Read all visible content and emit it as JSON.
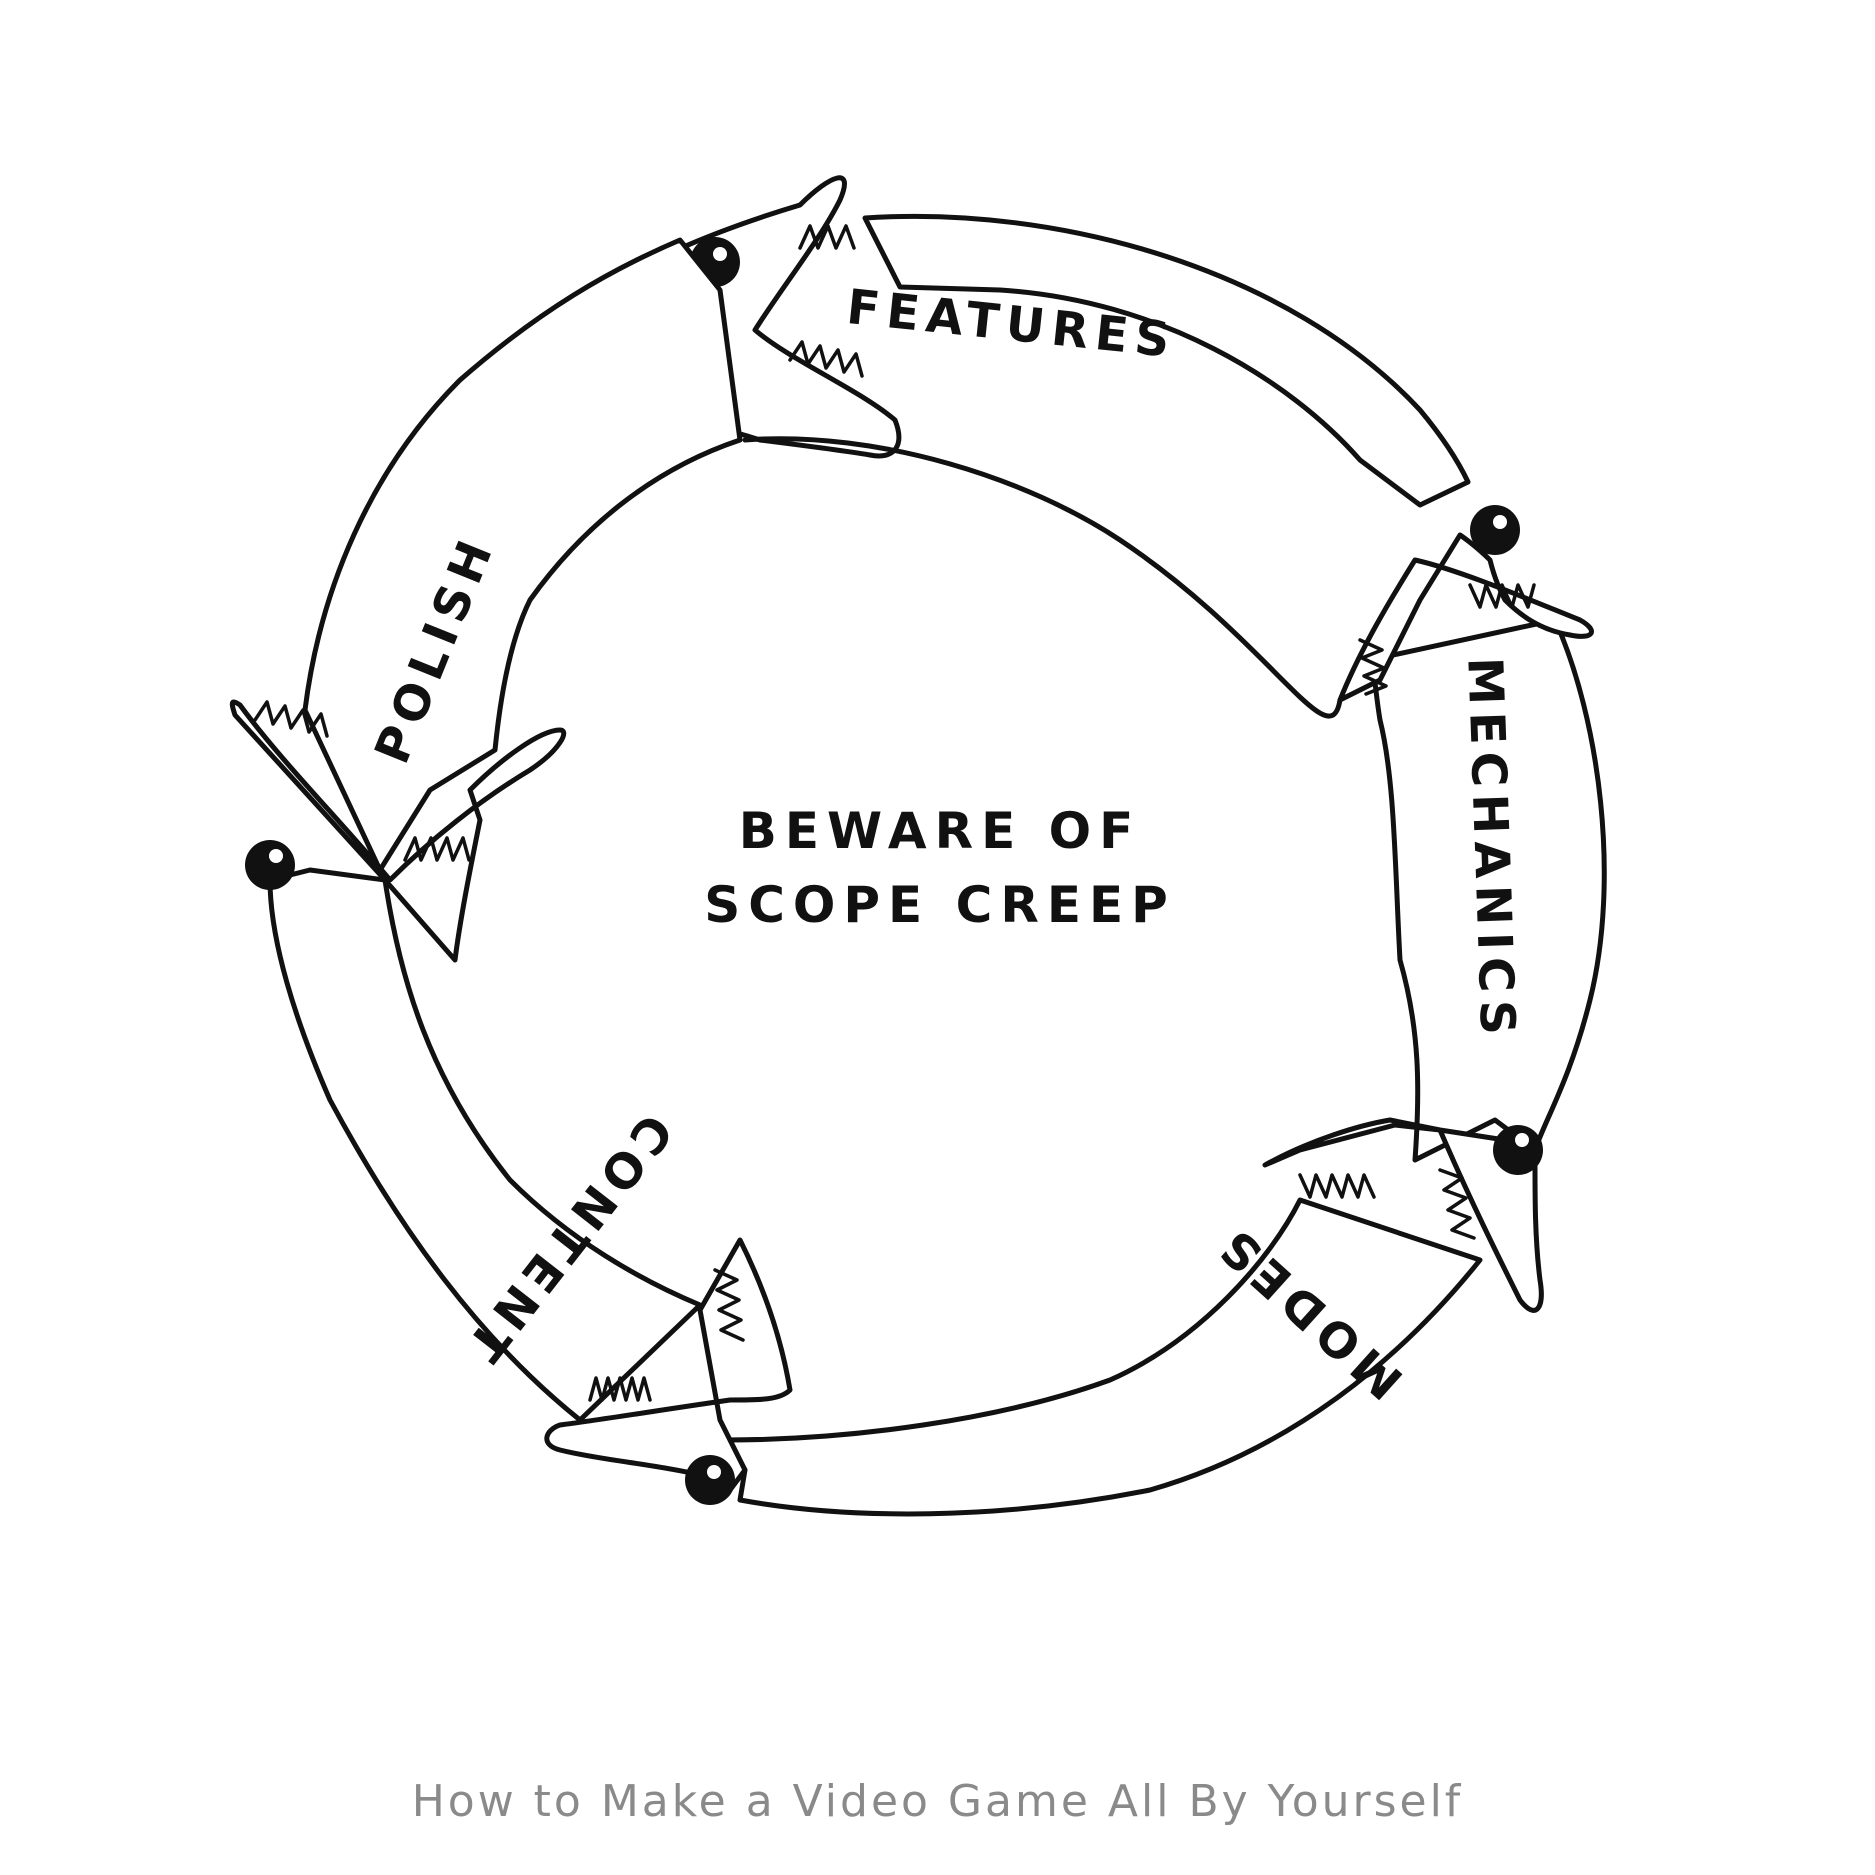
{
  "diagram": {
    "center_lines": [
      "BEWARE OF",
      "SCOPE CREEP"
    ],
    "segments": [
      {
        "label": "FEATURES"
      },
      {
        "label": "MECHANICS"
      },
      {
        "label": "MODES"
      },
      {
        "label": "CONTENT"
      },
      {
        "label": "POLISH"
      }
    ]
  },
  "footer": {
    "text": "How to Make a Video Game All By Yourself"
  },
  "colors": {
    "ink": "#111111",
    "footer": "#8a8a8a",
    "background": "#ffffff"
  }
}
